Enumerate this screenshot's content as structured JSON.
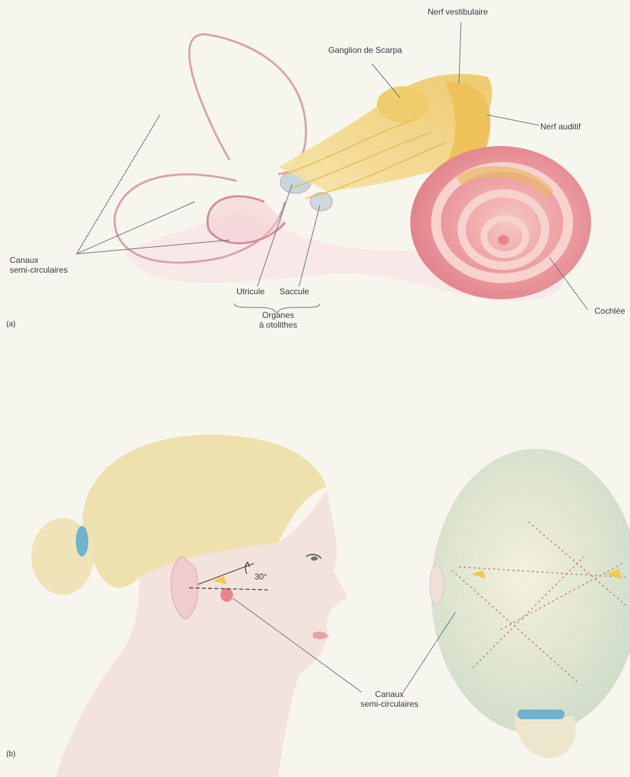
{
  "panel_a": {
    "tag": "(a)",
    "labels": {
      "nerf_vestibulaire": "Nerf vestibulaire",
      "ganglion_scarpa": "Ganglion de Scarpa",
      "nerf_auditif": "Nerf auditif",
      "canaux_line1": "Canaux",
      "canaux_line2": "semi-circulaires",
      "utricule": "Utricule",
      "saccule": "Saccule",
      "organes_line1": "Organes",
      "organes_line2": "à otolithes",
      "cochlea": "Cochlée"
    }
  },
  "panel_b": {
    "tag": "(b)",
    "labels": {
      "angle": "30°",
      "canaux_line1": "Canaux",
      "canaux_line2": "semi-circulaires"
    }
  },
  "colors": {
    "background": "#f7f6ee",
    "nerve_yellow": "#f1d37a",
    "cochlea_pink": "#e98f95",
    "canal_outline": "#d9a3ad",
    "hair_blond": "#efe2b0",
    "skin": "#f3e2dc",
    "hair_tie_blue": "#6fb3cf"
  }
}
